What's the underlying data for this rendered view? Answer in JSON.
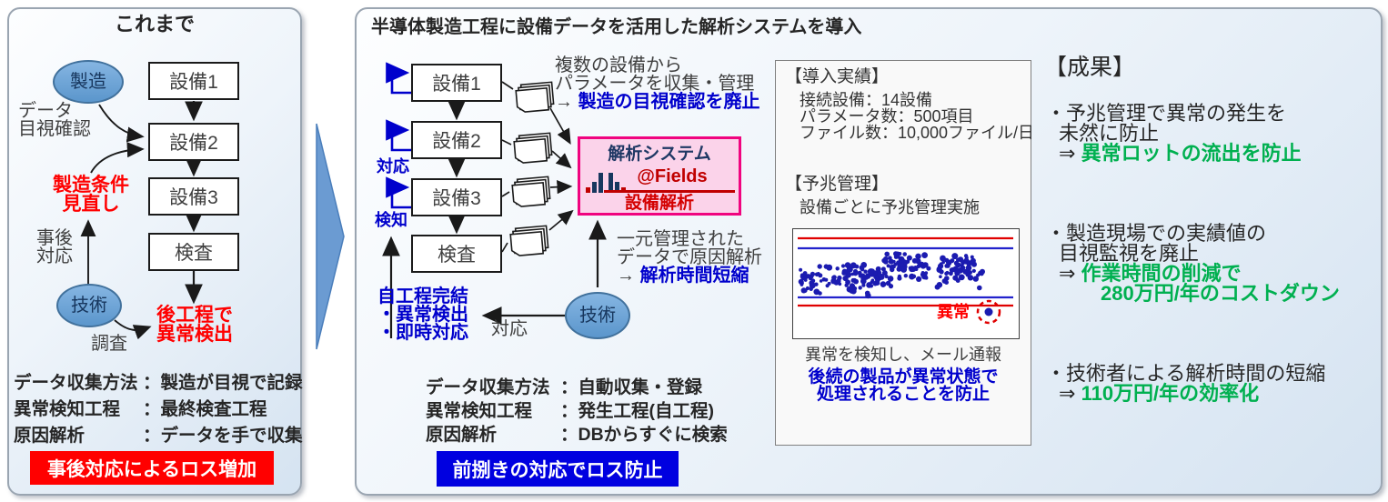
{
  "left_panel": {
    "title": "これまで",
    "bubble_manufacturing": "製造",
    "bubble_engineering": "技術",
    "boxes": [
      "設備1",
      "設備2",
      "設備3",
      "検査"
    ],
    "label_data_visual": [
      "データ",
      "目視確認"
    ],
    "label_mfg_condition": [
      "製造条件",
      "見直し"
    ],
    "label_after": [
      "事後",
      "対応"
    ],
    "label_investigate": "調査",
    "label_defect_found": [
      "後工程で",
      "異常検出"
    ],
    "summary": [
      {
        "label": "データ収集方法",
        "value": "：製造が目視で記録"
      },
      {
        "label": "異常検知工程",
        "value": "：最終検査工程"
      },
      {
        "label": "原因解析",
        "value": "：データを手で収集"
      }
    ],
    "banner": "事後対応によるロス増加"
  },
  "right_panel": {
    "title": "半導体製造工程に設備データを活用した解析システムを導入",
    "boxes": [
      "設備1",
      "設備2",
      "設備3",
      "検査"
    ],
    "label_response": "対応",
    "label_detect": "検知",
    "collect_note": [
      "複数の設備から",
      "パラメータを収集・管理"
    ],
    "arrow_right": "→",
    "collect_note_highlight": "製造の目視確認を廃止",
    "analysis_box": {
      "title": "解析システム",
      "brand": "@Fields",
      "sub": "設備解析"
    },
    "central_note": [
      "一元管理された",
      "データで原因解析"
    ],
    "central_note_highlight": "解析時間短縮",
    "self_complete": [
      "自工程完結",
      "・異常検出",
      "・即時対応"
    ],
    "label_response2": "対応",
    "bubble_engineering": "技術",
    "summary": [
      {
        "label": "データ収集方法",
        "value": "：自動収集・登録"
      },
      {
        "label": "異常検知工程",
        "value": "：発生工程(自工程)"
      },
      {
        "label": "原因解析",
        "value": "：DBからすぐに検索"
      }
    ],
    "banner": "前捌きの対応でロス防止"
  },
  "results_box": {
    "intro_title": "【導入実績】",
    "intro_lines": [
      "接続設備：14設備",
      "パラメータ数：500項目",
      "ファイル数：10,000ファイル/日"
    ],
    "predict_title": "【予兆管理】",
    "predict_line": "設備ごとに予兆管理実施",
    "chart_anomaly_label": "異常",
    "detect_line": "異常を検知し、メール通報",
    "highlight_lines": [
      "後続の製品が異常状態で",
      "処理されることを防止"
    ]
  },
  "outcomes": {
    "title": "【成果】",
    "arrow": "⇒",
    "items": [
      {
        "lines": [
          "・予兆管理で異常の発生を",
          "未然に防止"
        ],
        "green": [
          "異常ロットの流出を防止"
        ]
      },
      {
        "lines": [
          "・製造現場での実績値の",
          "目視監視を廃止"
        ],
        "green": [
          "作業時間の削減で",
          "280万円/年のコストダウン"
        ]
      },
      {
        "lines": [
          "・技術者による解析時間の短縮"
        ],
        "green": [
          "110万円/年の効率化"
        ]
      }
    ]
  },
  "colors": {
    "alert_red": "#ff0000",
    "emphasis_blue": "#0000cc",
    "result_green": "#00b050",
    "banner_blue": "#0000e0",
    "analysis_pink_border": "#f0047f",
    "analysis_navy": "#1f3864",
    "bubble_blue": "#5b96cc"
  }
}
